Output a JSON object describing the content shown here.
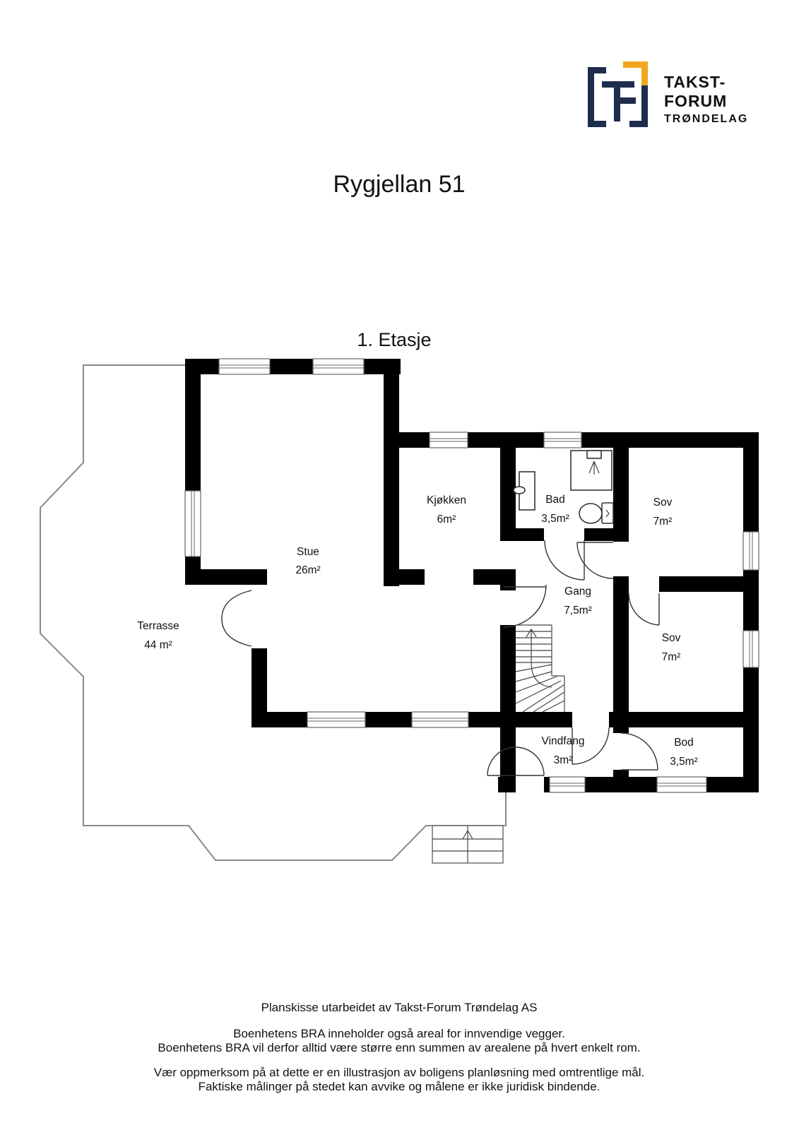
{
  "logo": {
    "line1": "TAKST-",
    "line2": "FORUM",
    "line3": "TRØNDELAG",
    "navy": "#1e2c4e",
    "yellow": "#efa81e"
  },
  "title": "Rygjellan 51",
  "floor_label": "1. Etasje",
  "rooms": {
    "stue": {
      "name": "Stue",
      "area": "26m²"
    },
    "kjokken": {
      "name": "Kjøkken",
      "area": "6m²"
    },
    "bad": {
      "name": "Bad",
      "area": "3,5m²"
    },
    "sov1": {
      "name": "Sov",
      "area": "7m²"
    },
    "gang": {
      "name": "Gang",
      "area": "7,5m²"
    },
    "sov2": {
      "name": "Sov",
      "area": "7m²"
    },
    "terrasse": {
      "name": "Terrasse",
      "area": "44 m²"
    },
    "vindfang": {
      "name": "Vindfang",
      "area": "3m²"
    },
    "bod": {
      "name": "Bod",
      "area": "3,5m²"
    }
  },
  "footer": {
    "credit": "Planskisse utarbeidet av Takst-Forum Trøndelag AS",
    "bra_note1": "Boenhetens BRA inneholder også areal for innvendige vegger.",
    "bra_note2": "Boenhetens BRA vil derfor alltid være større enn summen av arealene på hvert enkelt rom.",
    "disclaimer1": "Vær oppmerksom på at dette er en illustrasjon av boligens planløsning med omtrentlige mål.",
    "disclaimer2": "Faktiske målinger på stedet kan avvike og målene er ikke juridisk bindende."
  }
}
